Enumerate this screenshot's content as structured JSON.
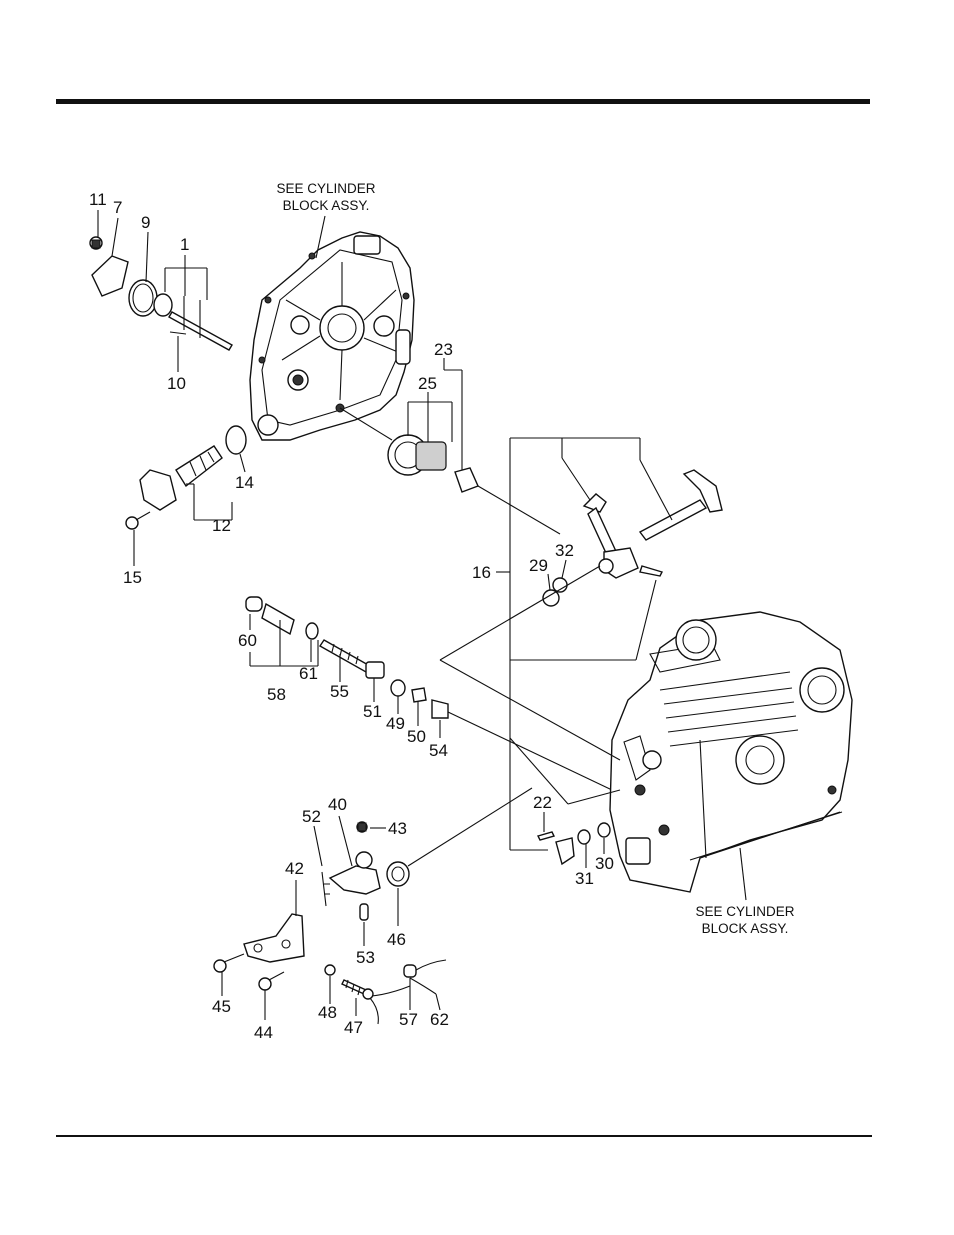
{
  "notes": {
    "top": [
      "SEE CYLINDER",
      "BLOCK ASSY."
    ],
    "bottom": [
      "SEE CYLINDER",
      "BLOCK ASSY."
    ]
  },
  "callouts": {
    "c11": "11",
    "c7": "7",
    "c9": "9",
    "c1": "1",
    "c10": "10",
    "c23": "23",
    "c25": "25",
    "c14": "14",
    "c12": "12",
    "c15": "15",
    "c16": "16",
    "c29": "29",
    "c32": "32",
    "c60": "60",
    "c61": "61",
    "c58": "58",
    "c55": "55",
    "c51": "51",
    "c49": "49",
    "c50": "50",
    "c54": "54",
    "c22": "22",
    "c31": "31",
    "c30": "30",
    "c40": "40",
    "c52": "52",
    "c43": "43",
    "c42": "42",
    "c53": "53",
    "c46": "46",
    "c45": "45",
    "c44": "44",
    "c48": "48",
    "c47": "47",
    "c57": "57",
    "c62": "62"
  }
}
